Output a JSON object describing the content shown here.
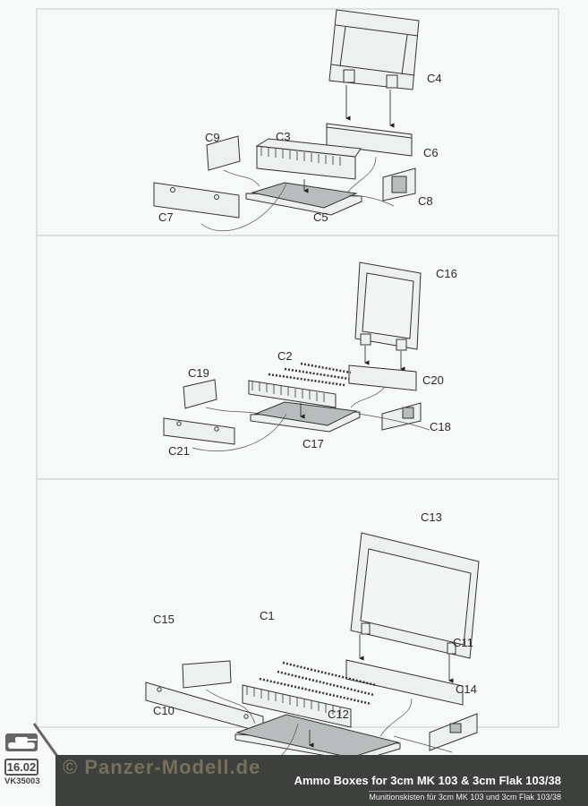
{
  "sheet": {
    "step_number": "16.02",
    "kit_code": "VK35003",
    "title_en": "Ammo Boxes for 3cm MK 103 & 3cm Flak 103/38",
    "title_de": "Munitionskisten für 3cm MK 103 und 3cm Flak 103/38",
    "watermark": "© Panzer-Modell.de",
    "icon": "tank-icon"
  },
  "panels": [
    {
      "parts": {
        "lid": "C4",
        "rack": "C3",
        "end_left": "C9",
        "side_back": "C6",
        "end_right": "C8",
        "side_front": "C7",
        "base": "C5"
      }
    },
    {
      "parts": {
        "lid": "C16",
        "rack": "C2",
        "end_left": "C19",
        "side_back": "C20",
        "end_right": "C18",
        "side_front": "C21",
        "base": "C17"
      }
    },
    {
      "parts": {
        "lid": "C13",
        "rack": "C1",
        "end_left": "C15",
        "side_back": "C11",
        "end_right": "C14",
        "side_front": "C10",
        "base": "C12"
      }
    }
  ]
}
